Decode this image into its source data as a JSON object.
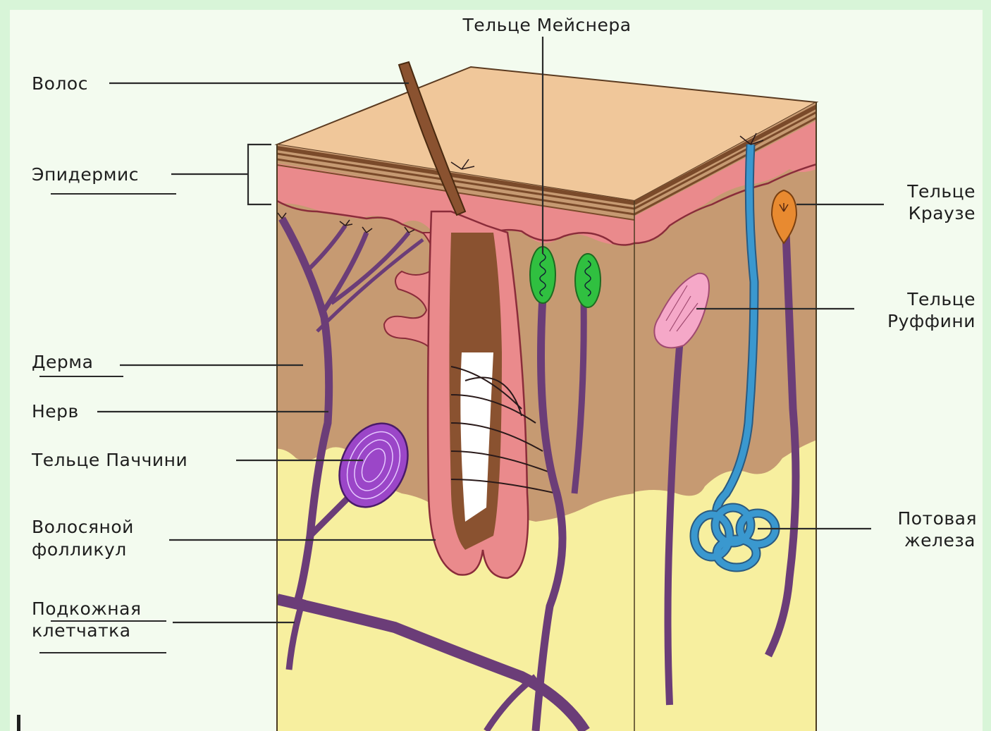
{
  "colors": {
    "frame": "#d8f5d8",
    "background": "#f3fbef",
    "skin_surface": "#f0c79a",
    "epidermis_line": "#7a4a2a",
    "dermis_pink": "#ea8a8c",
    "dermis": "#c69a72",
    "subcutaneous": "#f7ef9f",
    "nerve": "#6b3d78",
    "hair": "#8a5230",
    "meissner": "#30c040",
    "krause": "#e88a30",
    "ruffini": "#f5a8c8",
    "pacinian": "#9b46c8",
    "sweat_gland": "#3a98cf"
  },
  "labels": {
    "meissner": "Тельце Мейснера",
    "hair": "Волос",
    "epidermis": "Эпидермис",
    "dermis": "Дерма",
    "nerve": "Нерв",
    "pacinian": "Тельце Паччини",
    "follicle_line1": "Волосяной",
    "follicle_line2": "фолликул",
    "subcutaneous_line1": "Подкожная",
    "subcutaneous_line2": "клетчатка",
    "krause_line1": "Тельце",
    "krause_line2": "Краузе",
    "ruffini_line1": "Тельце",
    "ruffini_line2": "Руффини",
    "sweat_line1": "Потовая",
    "sweat_line2": "железа"
  }
}
